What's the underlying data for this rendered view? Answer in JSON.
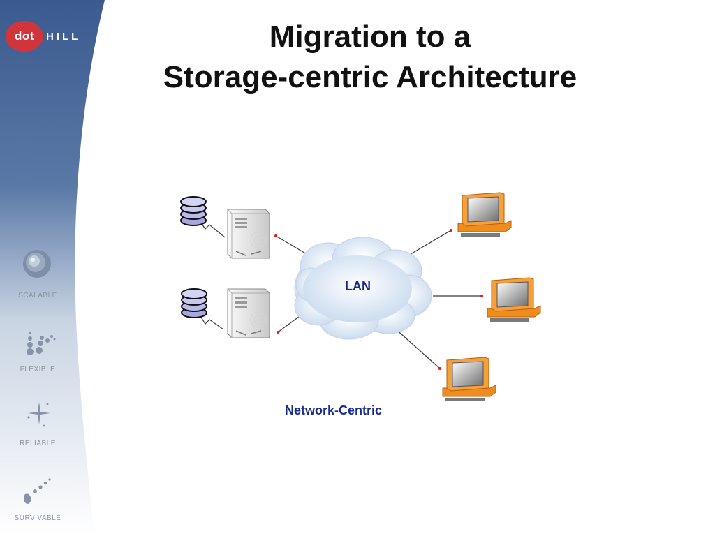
{
  "logo": {
    "mark": "dot",
    "word": "HILL"
  },
  "title": {
    "line1": "Migration to a",
    "line2": "Storage-centric Architecture"
  },
  "sidebar": {
    "items": [
      {
        "label": "SCALABLE",
        "icon": "concentric-sphere-icon"
      },
      {
        "label": "FLEXIBLE",
        "icon": "growth-dots-icon"
      },
      {
        "label": "RELIABLE",
        "icon": "sparkle-star-icon"
      },
      {
        "label": "SURVIVABLE",
        "icon": "comet-icon"
      }
    ]
  },
  "diagram": {
    "network_label": "LAN",
    "caption": "Network-Centric",
    "colors": {
      "cloud": "#d9e6f4",
      "monitor": "#f08c1e",
      "disk": "#b9b9ea",
      "link": "#3a3a3a",
      "link_end": "#e01818"
    }
  },
  "colors": {
    "sidebar_top": "#3e5f92",
    "sidebar_bottom": "#e9eef5"
  }
}
